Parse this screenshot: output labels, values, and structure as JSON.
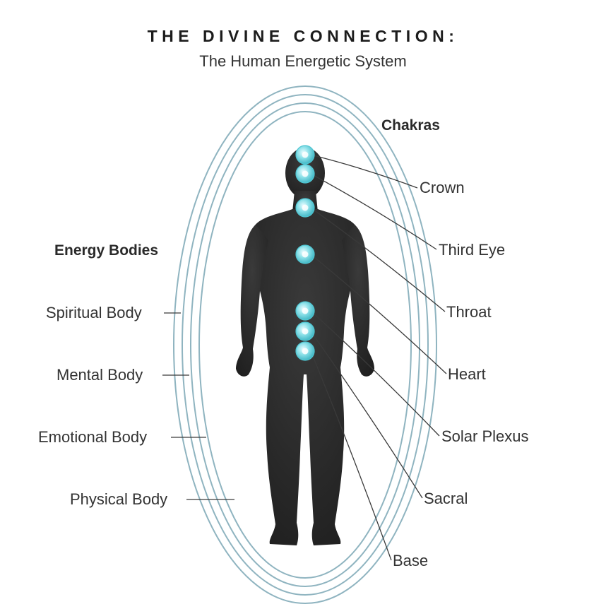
{
  "title": "THE DIVINE CONNECTION:",
  "subtitle": "The Human Energetic System",
  "chakras": {
    "heading": "Chakras",
    "items": [
      "Crown",
      "Third Eye",
      "Throat",
      "Heart",
      "Solar Plexus",
      "Sacral",
      "Base"
    ],
    "color": "#4fc6d2"
  },
  "energy_bodies": {
    "heading": "Energy Bodies",
    "items": [
      "Spiritual Body",
      "Mental Body",
      "Emotional Body",
      "Physical Body"
    ],
    "aura_color": "#8fb4c0"
  },
  "figure_color": "#2b2b2b"
}
